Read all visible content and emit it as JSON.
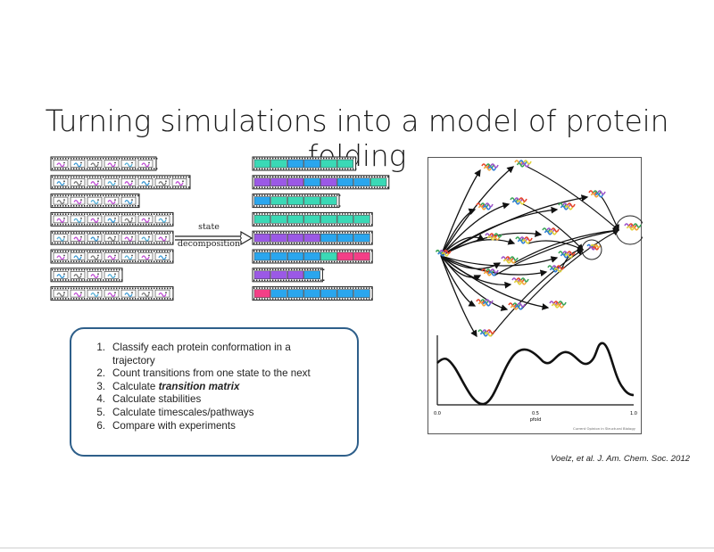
{
  "slide": {
    "title": "Turning simulations into a model of protein folding"
  },
  "diagram": {
    "arrow_label_line1": "state",
    "arrow_label_line2": "decomposition",
    "state_colors": {
      "teal": "#3ad9b6",
      "blue": "#2aa6ee",
      "purple": "#9b59e6",
      "pink": "#f43f87"
    },
    "state_sequences": [
      [
        "teal",
        "teal",
        "blue",
        "blue",
        "teal",
        "teal"
      ],
      [
        "purple",
        "purple",
        "purple",
        "blue",
        "purple",
        "blue",
        "blue",
        "teal"
      ],
      [
        "blue",
        "teal",
        "teal",
        "teal",
        "teal"
      ],
      [
        "teal",
        "teal",
        "teal",
        "teal",
        "teal",
        "teal",
        "teal"
      ],
      [
        "purple",
        "purple",
        "purple",
        "purple",
        "blue",
        "blue",
        "blue"
      ],
      [
        "blue",
        "blue",
        "blue",
        "blue",
        "teal",
        "pink",
        "pink"
      ],
      [
        "purple",
        "purple",
        "purple",
        "blue"
      ],
      [
        "pink",
        "blue",
        "blue",
        "blue",
        "blue",
        "blue",
        "blue"
      ]
    ],
    "filmstrip_frame_counts": [
      6,
      8,
      5,
      7,
      7,
      7,
      4,
      7
    ]
  },
  "steps": {
    "items": [
      {
        "num": "1.",
        "text": "Classify each protein conformation in a"
      },
      {
        "num": "",
        "text": "trajectory"
      },
      {
        "num": "2.",
        "text": "Count transitions from one state to the next"
      },
      {
        "num": "3.",
        "text_before": "Calculate ",
        "text_em": "transition matrix"
      },
      {
        "num": "4.",
        "text": "Calculate stabilities"
      },
      {
        "num": "5.",
        "text": "Calculate timescales/pathways"
      },
      {
        "num": "6.",
        "text": "Compare with experiments"
      }
    ]
  },
  "figure": {
    "x_ticks": [
      "0.0",
      "0.5",
      "1.0"
    ],
    "x_label": "pfold",
    "credit": "Current Opinion in Structural Biology"
  },
  "citation": {
    "text": "Voelz, et al. J. Am. Chem. Soc. 2012"
  }
}
